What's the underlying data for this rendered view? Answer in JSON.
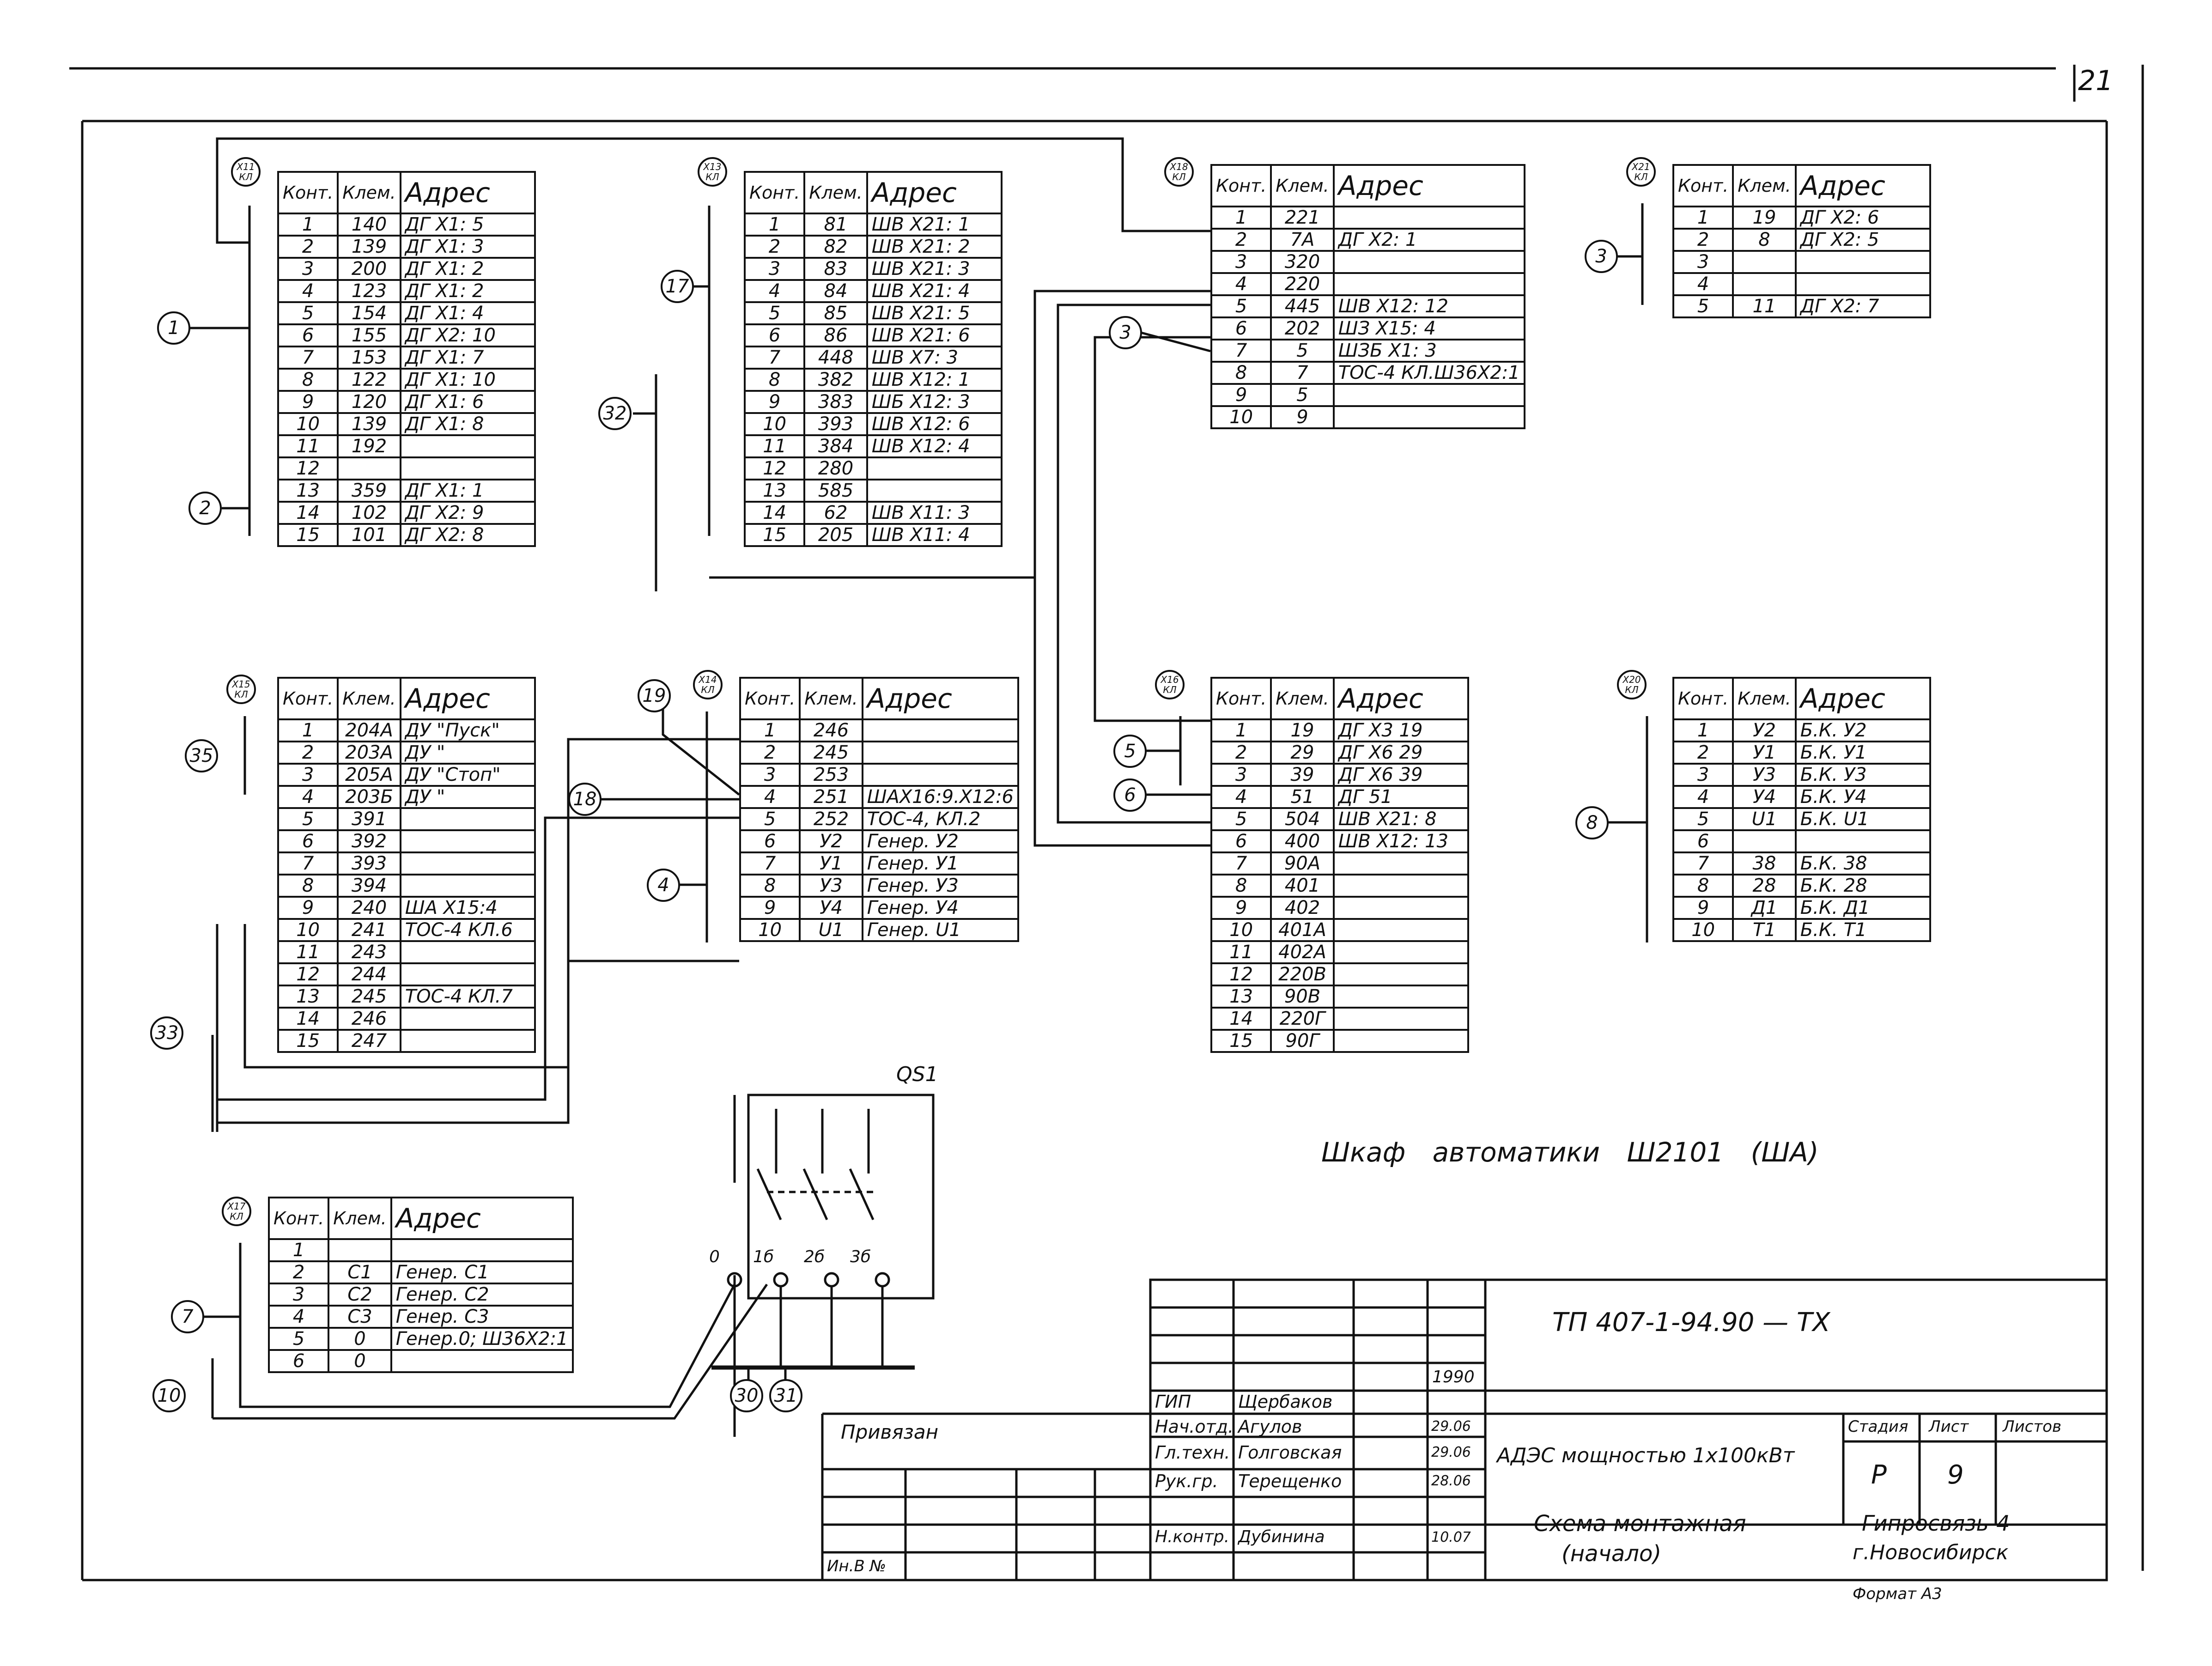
{
  "page_number": "21",
  "cabinet_title": "Шкаф автоматики Ш2101 (ША)",
  "switch_label": "QS1",
  "switch_terminals": [
    "0",
    "1б",
    "2б",
    "3б"
  ],
  "headers": {
    "cont": "Конт.",
    "klem": "Клем.",
    "addr": "Адрес"
  },
  "blocks": [
    {
      "tag": [
        "Х11",
        "КЛ"
      ],
      "rows": [
        [
          "1",
          "140",
          "ДГ Х1: 5"
        ],
        [
          "2",
          "139",
          "ДГ Х1: 3"
        ],
        [
          "3",
          "200",
          "ДГ Х1: 2"
        ],
        [
          "4",
          "123",
          "ДГ Х1: 2"
        ],
        [
          "5",
          "154",
          "ДГ Х1: 4"
        ],
        [
          "6",
          "155",
          "ДГ Х2: 10"
        ],
        [
          "7",
          "153",
          "ДГ Х1: 7"
        ],
        [
          "8",
          "122",
          "ДГ Х1: 10"
        ],
        [
          "9",
          "120",
          "ДГ Х1: 6"
        ],
        [
          "10",
          "139",
          "ДГ Х1: 8"
        ],
        [
          "11",
          "192",
          ""
        ],
        [
          "12",
          "",
          ""
        ],
        [
          "13",
          "359",
          "ДГ Х1: 1"
        ],
        [
          "14",
          "102",
          "ДГ Х2: 9"
        ],
        [
          "15",
          "101",
          "ДГ Х2: 8"
        ]
      ]
    },
    {
      "tag": [
        "Х13",
        "КЛ"
      ],
      "rows": [
        [
          "1",
          "81",
          "ШВ Х21: 1"
        ],
        [
          "2",
          "82",
          "ШВ Х21: 2"
        ],
        [
          "3",
          "83",
          "ШВ Х21: 3"
        ],
        [
          "4",
          "84",
          "ШВ Х21: 4"
        ],
        [
          "5",
          "85",
          "ШВ Х21: 5"
        ],
        [
          "6",
          "86",
          "ШВ Х21: 6"
        ],
        [
          "7",
          "448",
          "ШВ Х7: 3"
        ],
        [
          "8",
          "382",
          "ШВ Х12: 1"
        ],
        [
          "9",
          "383",
          "ШБ Х12: 3"
        ],
        [
          "10",
          "393",
          "ШВ Х12: 6"
        ],
        [
          "11",
          "384",
          "ШВ Х12: 4"
        ],
        [
          "12",
          "280",
          ""
        ],
        [
          "13",
          "585",
          ""
        ],
        [
          "14",
          "62",
          "ШВ Х11: 3"
        ],
        [
          "15",
          "205",
          "ШВ Х11: 4"
        ]
      ]
    },
    {
      "tag": [
        "Х18",
        "КЛ"
      ],
      "rows": [
        [
          "1",
          "221",
          ""
        ],
        [
          "2",
          "7А",
          "ДГ Х2: 1"
        ],
        [
          "3",
          "320",
          ""
        ],
        [
          "4",
          "220",
          ""
        ],
        [
          "5",
          "445",
          "ШВ Х12: 12"
        ],
        [
          "6",
          "202",
          "ШЗ Х15: 4"
        ],
        [
          "7",
          "5",
          "ШЗБ Х1: 3"
        ],
        [
          "8",
          "7",
          "ТОС-4 КЛ.Ш36Х2:1"
        ],
        [
          "9",
          "5",
          ""
        ],
        [
          "10",
          "9",
          ""
        ]
      ]
    },
    {
      "tag": [
        "Х21",
        "КЛ"
      ],
      "rows": [
        [
          "1",
          "19",
          "ДГ Х2: 6"
        ],
        [
          "2",
          "8",
          "ДГ Х2: 5"
        ],
        [
          "3",
          "",
          ""
        ],
        [
          "4",
          "",
          ""
        ],
        [
          "5",
          "11",
          "ДГ Х2: 7"
        ]
      ]
    },
    {
      "tag": [
        "Х15",
        "КЛ"
      ],
      "rows": [
        [
          "1",
          "204А",
          "ДУ \"Пуск\""
        ],
        [
          "2",
          "203А",
          "ДУ \""
        ],
        [
          "3",
          "205А",
          "ДУ \"Стоп\""
        ],
        [
          "4",
          "203Б",
          "ДУ \""
        ],
        [
          "5",
          "391",
          ""
        ],
        [
          "6",
          "392",
          ""
        ],
        [
          "7",
          "393",
          ""
        ],
        [
          "8",
          "394",
          ""
        ],
        [
          "9",
          "240",
          "ША Х15:4"
        ],
        [
          "10",
          "241",
          "ТОС-4 КЛ.6"
        ],
        [
          "11",
          "243",
          ""
        ],
        [
          "12",
          "244",
          ""
        ],
        [
          "13",
          "245",
          "ТОС-4 КЛ.7"
        ],
        [
          "14",
          "246",
          ""
        ],
        [
          "15",
          "247",
          ""
        ]
      ]
    },
    {
      "tag": [
        "Х14",
        "КЛ"
      ],
      "rows": [
        [
          "1",
          "246",
          ""
        ],
        [
          "2",
          "245",
          ""
        ],
        [
          "3",
          "253",
          ""
        ],
        [
          "4",
          "251",
          "ШАХ16:9.Х12:6"
        ],
        [
          "5",
          "252",
          "ТОС-4, КЛ.2"
        ],
        [
          "6",
          "У2",
          "Генер. У2"
        ],
        [
          "7",
          "У1",
          "Генер. У1"
        ],
        [
          "8",
          "У3",
          "Генер. У3"
        ],
        [
          "9",
          "У4",
          "Генер. У4"
        ],
        [
          "10",
          "U1",
          "Генер. U1"
        ]
      ]
    },
    {
      "tag": [
        "Х16",
        "КЛ"
      ],
      "rows": [
        [
          "1",
          "19",
          "ДГ Х3 19"
        ],
        [
          "2",
          "29",
          "ДГ Х6 29"
        ],
        [
          "3",
          "39",
          "ДГ Х6 39"
        ],
        [
          "4",
          "51",
          "ДГ 51"
        ],
        [
          "5",
          "504",
          "ШВ Х21: 8"
        ],
        [
          "6",
          "400",
          "ШВ Х12: 13"
        ],
        [
          "7",
          "90А",
          ""
        ],
        [
          "8",
          "401",
          ""
        ],
        [
          "9",
          "402",
          ""
        ],
        [
          "10",
          "401А",
          ""
        ],
        [
          "11",
          "402А",
          ""
        ],
        [
          "12",
          "220В",
          ""
        ],
        [
          "13",
          "90В",
          ""
        ],
        [
          "14",
          "220Г",
          ""
        ],
        [
          "15",
          "90Г",
          ""
        ]
      ]
    },
    {
      "tag": [
        "Х20",
        "КЛ"
      ],
      "rows": [
        [
          "1",
          "У2",
          "Б.К. У2"
        ],
        [
          "2",
          "У1",
          "Б.К. У1"
        ],
        [
          "3",
          "У3",
          "Б.К. У3"
        ],
        [
          "4",
          "У4",
          "Б.К. У4"
        ],
        [
          "5",
          "U1",
          "Б.К. U1"
        ],
        [
          "6",
          "",
          ""
        ],
        [
          "7",
          "38",
          "Б.К. 38"
        ],
        [
          "8",
          "28",
          "Б.К. 28"
        ],
        [
          "9",
          "Д1",
          "Б.К. Д1"
        ],
        [
          "10",
          "Т1",
          "Б.К. Т1"
        ]
      ]
    },
    {
      "tag": [
        "Х17",
        "КЛ"
      ],
      "rows": [
        [
          "1",
          "",
          ""
        ],
        [
          "2",
          "С1",
          "Генер. С1"
        ],
        [
          "3",
          "С2",
          "Генер. С2"
        ],
        [
          "4",
          "С3",
          "Генер. С3"
        ],
        [
          "5",
          "0",
          "Генер.0; Ш36Х2:1"
        ],
        [
          "6",
          "0",
          ""
        ]
      ]
    }
  ],
  "callouts": [
    "1",
    "2",
    "17",
    "32",
    "3",
    "3",
    "35",
    "18",
    "19",
    "4",
    "5",
    "6",
    "8",
    "33",
    "7",
    "10",
    "30",
    "31"
  ],
  "stamp": {
    "doc_code": "ТП 407-1-94.90 — ТХ",
    "year": "1990",
    "privyazan": "Привязан",
    "inv_no": "Ин.В №",
    "roles": [
      {
        "role": "ГИП",
        "name": "Щербаков",
        "date": ""
      },
      {
        "role": "Нач.отд.",
        "name": "Агулов",
        "date": "29.06"
      },
      {
        "role": "Гл.техн.",
        "name": "Голговская",
        "date": "29.06"
      },
      {
        "role": "Рук.гр.",
        "name": "Терещенко",
        "date": "28.06"
      },
      {
        "role": "Н.контр.",
        "name": "Дубинина",
        "date": "10.07"
      }
    ],
    "object": "АДЭС мощностью 1х100кВт",
    "stage_label": "Стадия",
    "sheet_label": "Лист",
    "sheets_label": "Листов",
    "stage": "Р",
    "sheet": "9",
    "sheet_name_1": "Схема монтажная",
    "sheet_name_2": "(начало)",
    "org_1": "Гипросвязь-4",
    "org_2": "г.Новосибирск",
    "format": "Формат А3"
  }
}
